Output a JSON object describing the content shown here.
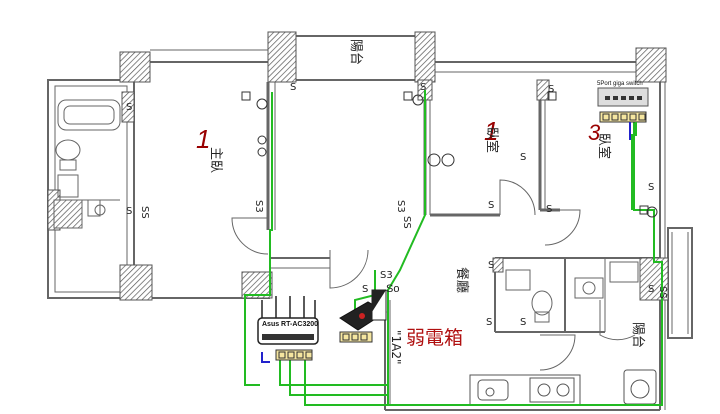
{
  "rooms": {
    "balcony_top": "陽台",
    "master_bedroom": "主臥",
    "bedroom_2": "臥室",
    "bedroom_3": "臥室",
    "dining": "餐廳",
    "balcony_right": "陽台"
  },
  "room_numbers": {
    "master": "1",
    "second": "1",
    "third": "3"
  },
  "wiring": {
    "switch_label": "5Port giga switch",
    "router_label": "Asus RT-AC3200",
    "weak_box_label": "弱電箱",
    "box_code": "\"1A2\"",
    "so_code": "So"
  },
  "symbols": {
    "outlet_s": "S",
    "outlet_s3": "S3",
    "outlet_ss": "SS"
  },
  "colors": {
    "wall": "#777777",
    "hatch": "#555555",
    "cable_green": "#22bb22",
    "cable_blue": "#2222cc",
    "label_red": "#b01010",
    "number_red": "#990000"
  }
}
